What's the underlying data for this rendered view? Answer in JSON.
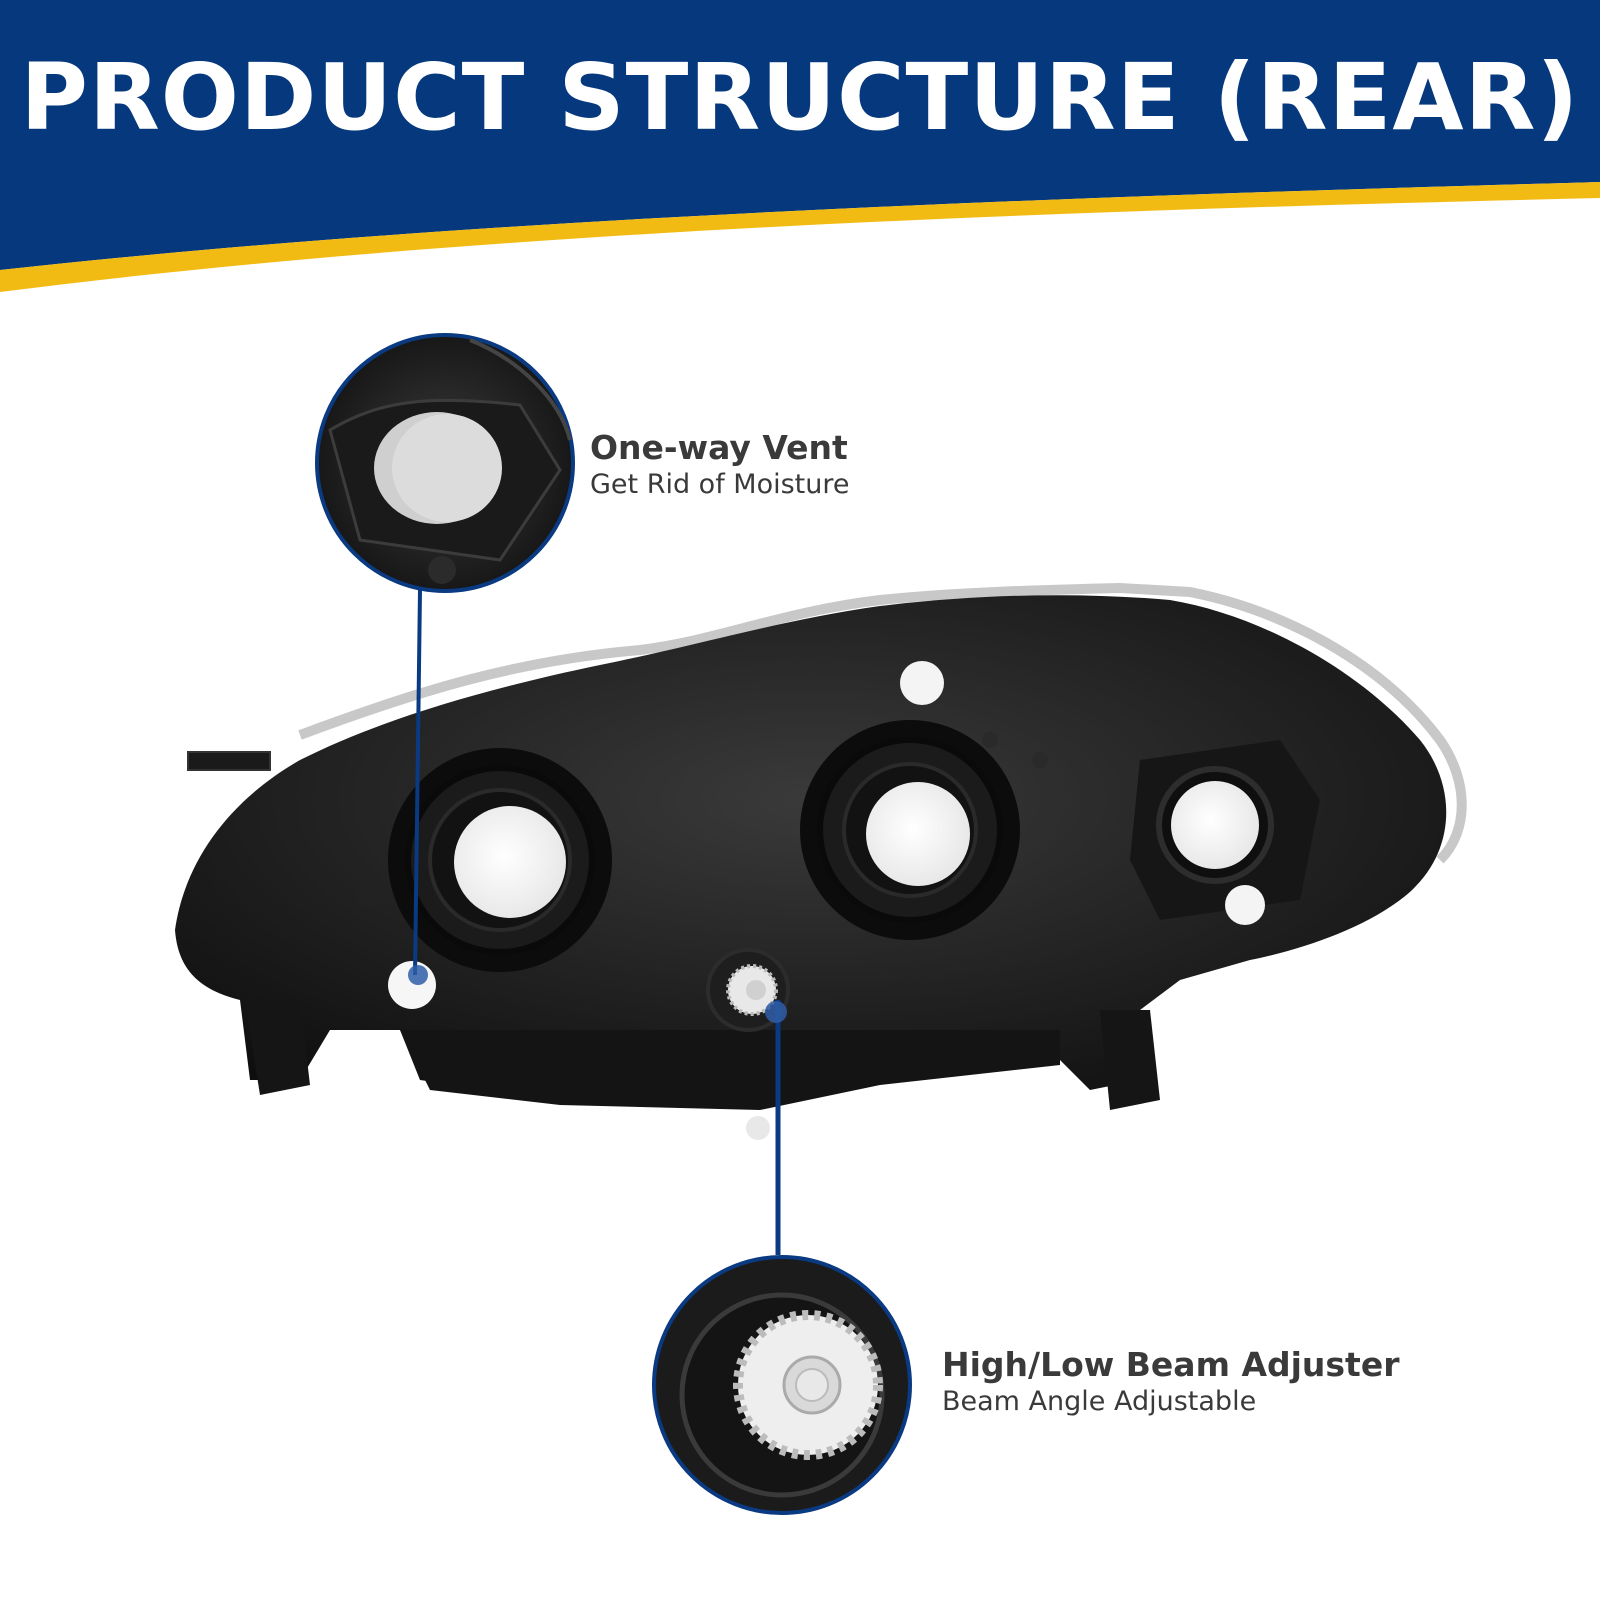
{
  "header": {
    "title": "PRODUCT STRUCTURE (REAR)",
    "colors": {
      "navy": "#05387c",
      "gold": "#f2bb13"
    }
  },
  "callouts": [
    {
      "id": "vent",
      "title": "One-way Vent",
      "subtitle": "Get Rid of Moisture",
      "icon": "vent-cap-icon"
    },
    {
      "id": "adjuster",
      "title": "High/Low Beam Adjuster",
      "subtitle": "Beam Angle Adjustable",
      "icon": "gear-adjuster-icon"
    }
  ],
  "colors": {
    "pin": "#2f5ea8",
    "line": "#0a3a82",
    "housing": "#1c1c1c"
  }
}
